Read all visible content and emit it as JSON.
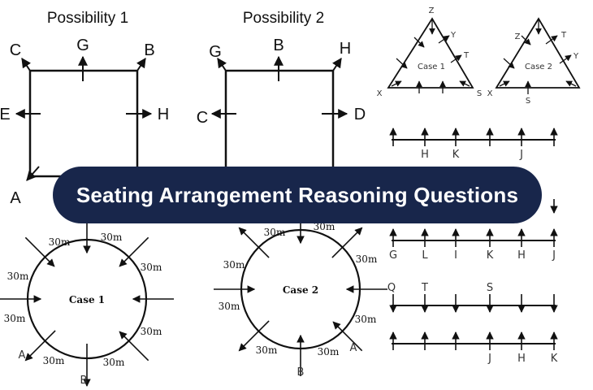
{
  "banner": {
    "title": "Seating Arrangement Reasoning Questions"
  },
  "colors": {
    "banner_bg": "#18264b",
    "banner_text": "#ffffff",
    "ink": "#111111"
  },
  "squares": [
    {
      "title": "Possibility 1",
      "labels": {
        "top_left": "C",
        "top": "G",
        "top_right": "B",
        "left": "E",
        "right": "H",
        "bottom_left": "A"
      }
    },
    {
      "title": "Possibility 2",
      "labels": {
        "top_left": "G",
        "top": "B",
        "top_right": "H",
        "left": "C",
        "right": "D"
      }
    }
  ],
  "triangles": [
    {
      "title": "Case 1",
      "labels": {
        "top": "Z",
        "right_edge": "Y",
        "right_mid": "T",
        "left": "X",
        "right": "S"
      }
    },
    {
      "title": "Case 2",
      "labels": {
        "left_edge": "Z",
        "right_edge_top": "T",
        "right_edge": "Y",
        "left": "X",
        "bottom": "S"
      }
    }
  ],
  "lines": [
    {
      "labels": [
        "",
        "H",
        "K",
        "",
        "J",
        ""
      ]
    },
    {
      "labels": [
        "G",
        "L",
        "I",
        "K",
        "H",
        "J"
      ]
    },
    {
      "labels": [
        "Q",
        "T",
        "",
        "S",
        "",
        ""
      ]
    },
    {
      "labels": [
        "",
        "",
        "",
        "J",
        "H",
        "K"
      ]
    }
  ],
  "circles": [
    {
      "title": "Case 1",
      "distance": "30m",
      "labels": {
        "bottom_left": "A",
        "bottom": "B"
      }
    },
    {
      "title": "Case 2",
      "distance": "30m",
      "labels": {
        "bottom": "B",
        "bottom_right": "A"
      }
    }
  ]
}
